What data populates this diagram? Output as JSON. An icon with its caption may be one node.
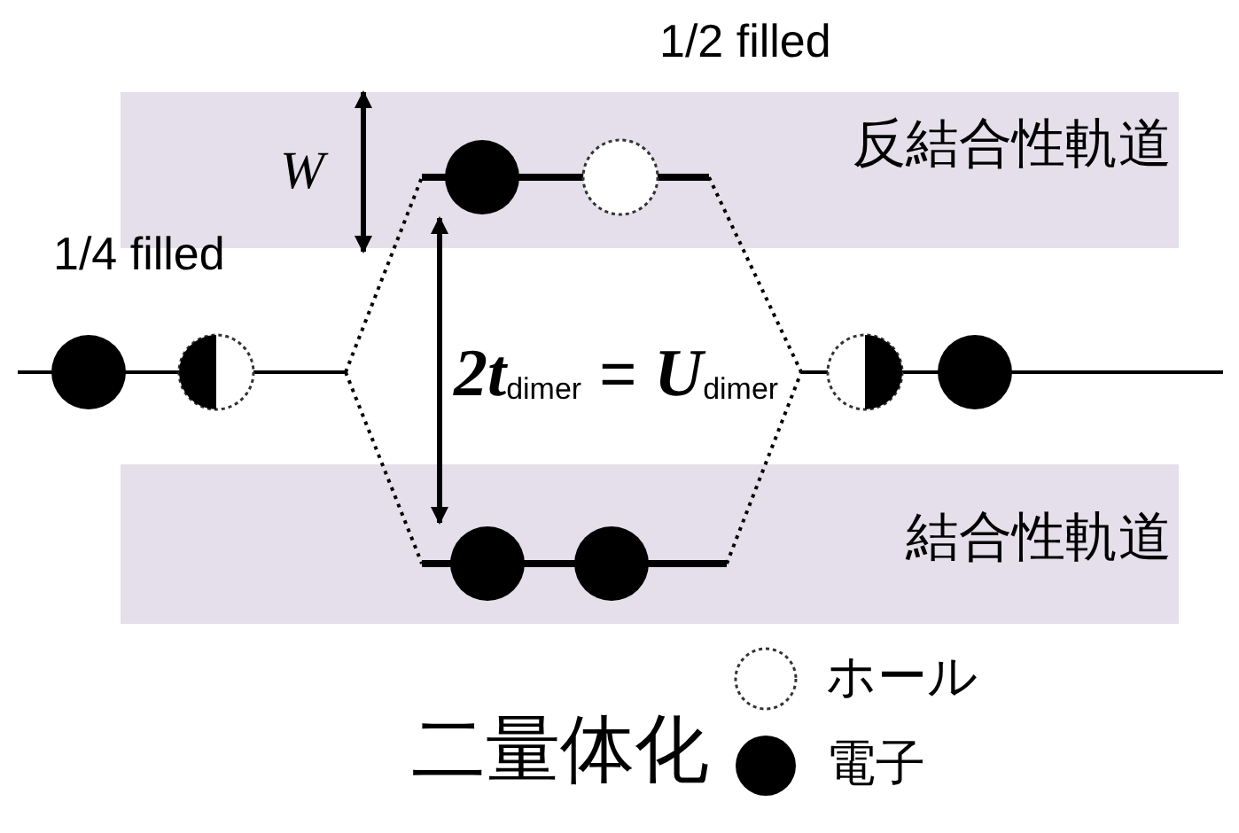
{
  "diagram": {
    "nodes": [
      {
        "text": [
          "反結合性軌道"
        ]
      },
      {
        "text": [],
        "shape": "bar",
        "in": 0,
        "beside": [
          "1/2 filled"
        ]
      },
      {
        "text": [],
        "shape": "bar",
        "beside": [
          "1/4 filled"
        ]
      },
      {
        "text": [],
        "shape": "bar"
      },
      {
        "text": [
          "結合性軌道"
        ]
      },
      {
        "text": [],
        "shape": "bar",
        "in": 4
      }
    ],
    "edges": [
      {
        "from": 2,
        "to": 1,
        "arrow": "none",
        "style": "dashed"
      },
      {
        "from": 2,
        "to": 5,
        "arrow": "none",
        "style": "dashed"
      },
      {
        "from": 1,
        "to": 3,
        "arrow": "none",
        "style": "dashed"
      },
      {
        "from": 5,
        "to": 3,
        "arrow": "none",
        "style": "dashed"
      },
      {
        "from": 5,
        "to": 1,
        "arrow": "both"
      }
    ],
    "labels": [
      "W",
      "*2t*$_{dimer}$ = **U**$_{dimer}$",
      "二量体化"
    ],
    "legend": [
      {
        "text": "ホール"
      },
      {
        "text": "電子"
      }
    ]
  }
}
